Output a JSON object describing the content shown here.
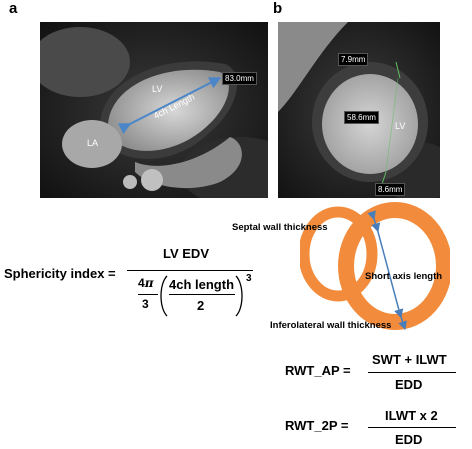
{
  "panels": {
    "a": {
      "letter": "a",
      "labels": {
        "lv": "LV",
        "la": "LA",
        "length": "4ch Length",
        "measurement": "83.0mm"
      }
    },
    "b": {
      "letter": "b",
      "labels": {
        "lv": "LV",
        "top_measurement": "7.9mm",
        "mid_measurement": "58.6mm",
        "bottom_measurement": "8.6mm"
      }
    }
  },
  "sphericity": {
    "lhs": "Sphericity index =",
    "numerator": "LV EDV",
    "four": "4",
    "pi": "π",
    "three": "3",
    "inner_numerator": "4ch length",
    "inner_denominator": "2",
    "exponent": "3"
  },
  "diagram": {
    "septal_label": "Septal wall thickness",
    "short_axis_label": "Short axis length",
    "inferolateral_label": "Inferolateral wall thickness",
    "ring_color": "#f28c3c",
    "arrow_color": "#4a7ebb"
  },
  "rwt_ap": {
    "lhs": "RWT_AP =",
    "numerator": "SWT + ILWT",
    "denominator": "EDD"
  },
  "rwt_2p": {
    "lhs": "RWT_2P =",
    "numerator": "ILWT x 2",
    "denominator": "EDD"
  }
}
